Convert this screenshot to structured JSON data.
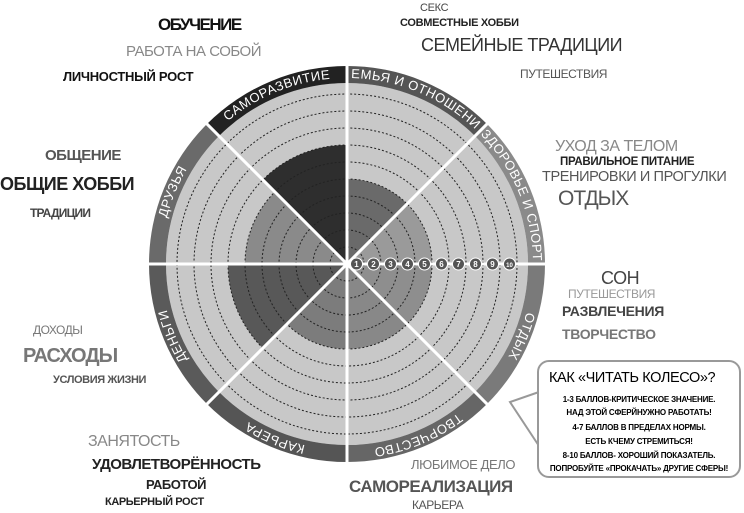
{
  "wheel": {
    "scale": [
      "1",
      "2",
      "3",
      "4",
      "5",
      "6",
      "7",
      "8",
      "9",
      "10"
    ],
    "grid_color": "#c8c8c8",
    "sectors": [
      {
        "label": "СЕМЬЯ И ОТНОШЕНИЯ",
        "score": 5,
        "fill": "#6a6a6a",
        "band": "#555555"
      },
      {
        "label": "ЗДОРОВЬЕ И СПОРТ",
        "score": 5,
        "fill": "#9a9a9a",
        "band": "#8a8a8a"
      },
      {
        "label": "ОТДЫХ",
        "score": 5,
        "fill": "#8e8e8e",
        "band": "#7a7a7a"
      },
      {
        "label": "ТВОРЧЕСТВО",
        "score": 5,
        "fill": "#888888",
        "band": "#666666"
      },
      {
        "label": "КАРЬЕРА",
        "score": 5,
        "fill": "#7c7c7c",
        "band": "#555555"
      },
      {
        "label": "ДЕНЬГИ",
        "score": 7,
        "fill": "#585858",
        "band": "#5a5a5a"
      },
      {
        "label": "ДРУЗЬЯ",
        "score": 6,
        "fill": "#8a8a8a",
        "band": "#6a6a6a"
      },
      {
        "label": "САМОРАЗВИТИЕ",
        "score": 7,
        "fill": "#2e2e2e",
        "band": "#222222"
      }
    ]
  },
  "words": {
    "self": [
      "ОБУЧЕНИЕ",
      "РАБОТА НА СОБОЙ",
      "ЛИЧНОСТНЫЙ РОСТ"
    ],
    "friends": [
      "ОБЩЕНИЕ",
      "ОБЩИЕ ХОББИ",
      "ТРАДИЦИИ"
    ],
    "money": [
      "ДОХОДЫ",
      "РАСХОДЫ",
      "УСЛОВИЯ ЖИЗНИ"
    ],
    "career": [
      "ЗАНЯТОСТЬ",
      "УДОВЛЕТВОРЁННОСТЬ",
      "РАБОТОЙ",
      "КАРЬЕРНЫЙ РОСТ"
    ],
    "family": [
      "СЕКС",
      "СОВМЕСТНЫЕ ХОББИ",
      "СЕМЕЙНЫЕ ТРАДИЦИИ",
      "ПУТЕШЕСТВИЯ"
    ],
    "health": [
      "УХОД ЗА ТЕЛОМ",
      "ПРАВИЛЬНОЕ ПИТАНИЕ",
      "ТРЕНИРОВКИ И ПРОГУЛКИ",
      "ОТДЫХ"
    ],
    "rest": [
      "СОН",
      "ПУТЕШЕСТВИЯ",
      "РАЗВЛЕЧЕНИЯ",
      "ТВОРЧЕСТВО"
    ],
    "creative": [
      "ЛЮБИМОЕ ДЕЛО",
      "САМОРЕАЛИЗАЦИЯ",
      "КАРЬЕРА"
    ]
  },
  "callout": {
    "title": "КАК  «ЧИТАТЬ КОЛЕСО»?",
    "lines": [
      "1-3 БАЛЛОВ-КРИТИЧЕСКОЕ ЗНАЧЕНИЕ.",
      "НАД ЭТОЙ СФЕРЙНУЖНО РАБОТАТЬ!",
      "4-7 БАЛЛОВ В ПРЕДЕЛАХ НОРМЫ.",
      "ЕСТЬ КЧЕМУ СТРЕМИТЬСЯ!",
      "8-10 БАЛЛОВ- ХОРОШИЙ ПОКАЗАТЕЛЬ.",
      "ПОПРОБУЙТЕ «ПРОКАЧАТЬ» ДРУГИЕ СФЕРЫ!"
    ]
  }
}
